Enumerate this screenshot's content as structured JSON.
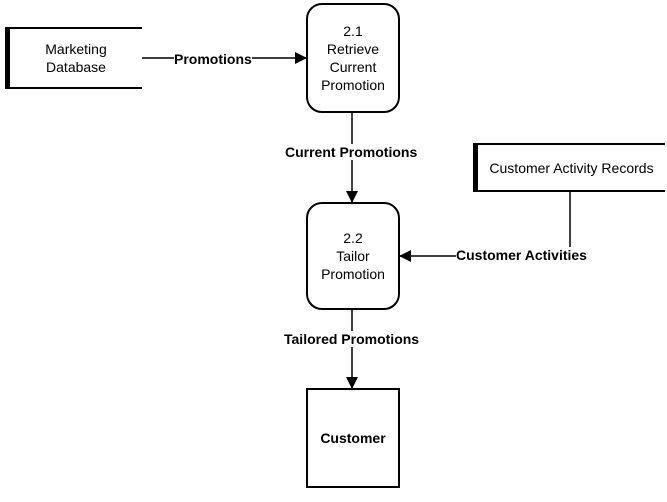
{
  "nodes": {
    "marketing_db": {
      "line1": "Marketing",
      "line2": "Database"
    },
    "retrieve": {
      "id": "2.1",
      "line1": "Retrieve",
      "line2": "Current",
      "line3": "Promotion"
    },
    "activity_records": {
      "label": "Customer Activity Records"
    },
    "tailor": {
      "id": "2.2",
      "line1": "Tailor",
      "line2": "Promotion"
    },
    "customer": {
      "label": "Customer"
    }
  },
  "flows": {
    "promotions": "Promotions",
    "current_promotions": "Current Promotions",
    "customer_activities": "Customer Activities",
    "tailored_promotions": "Tailored Promotions"
  }
}
